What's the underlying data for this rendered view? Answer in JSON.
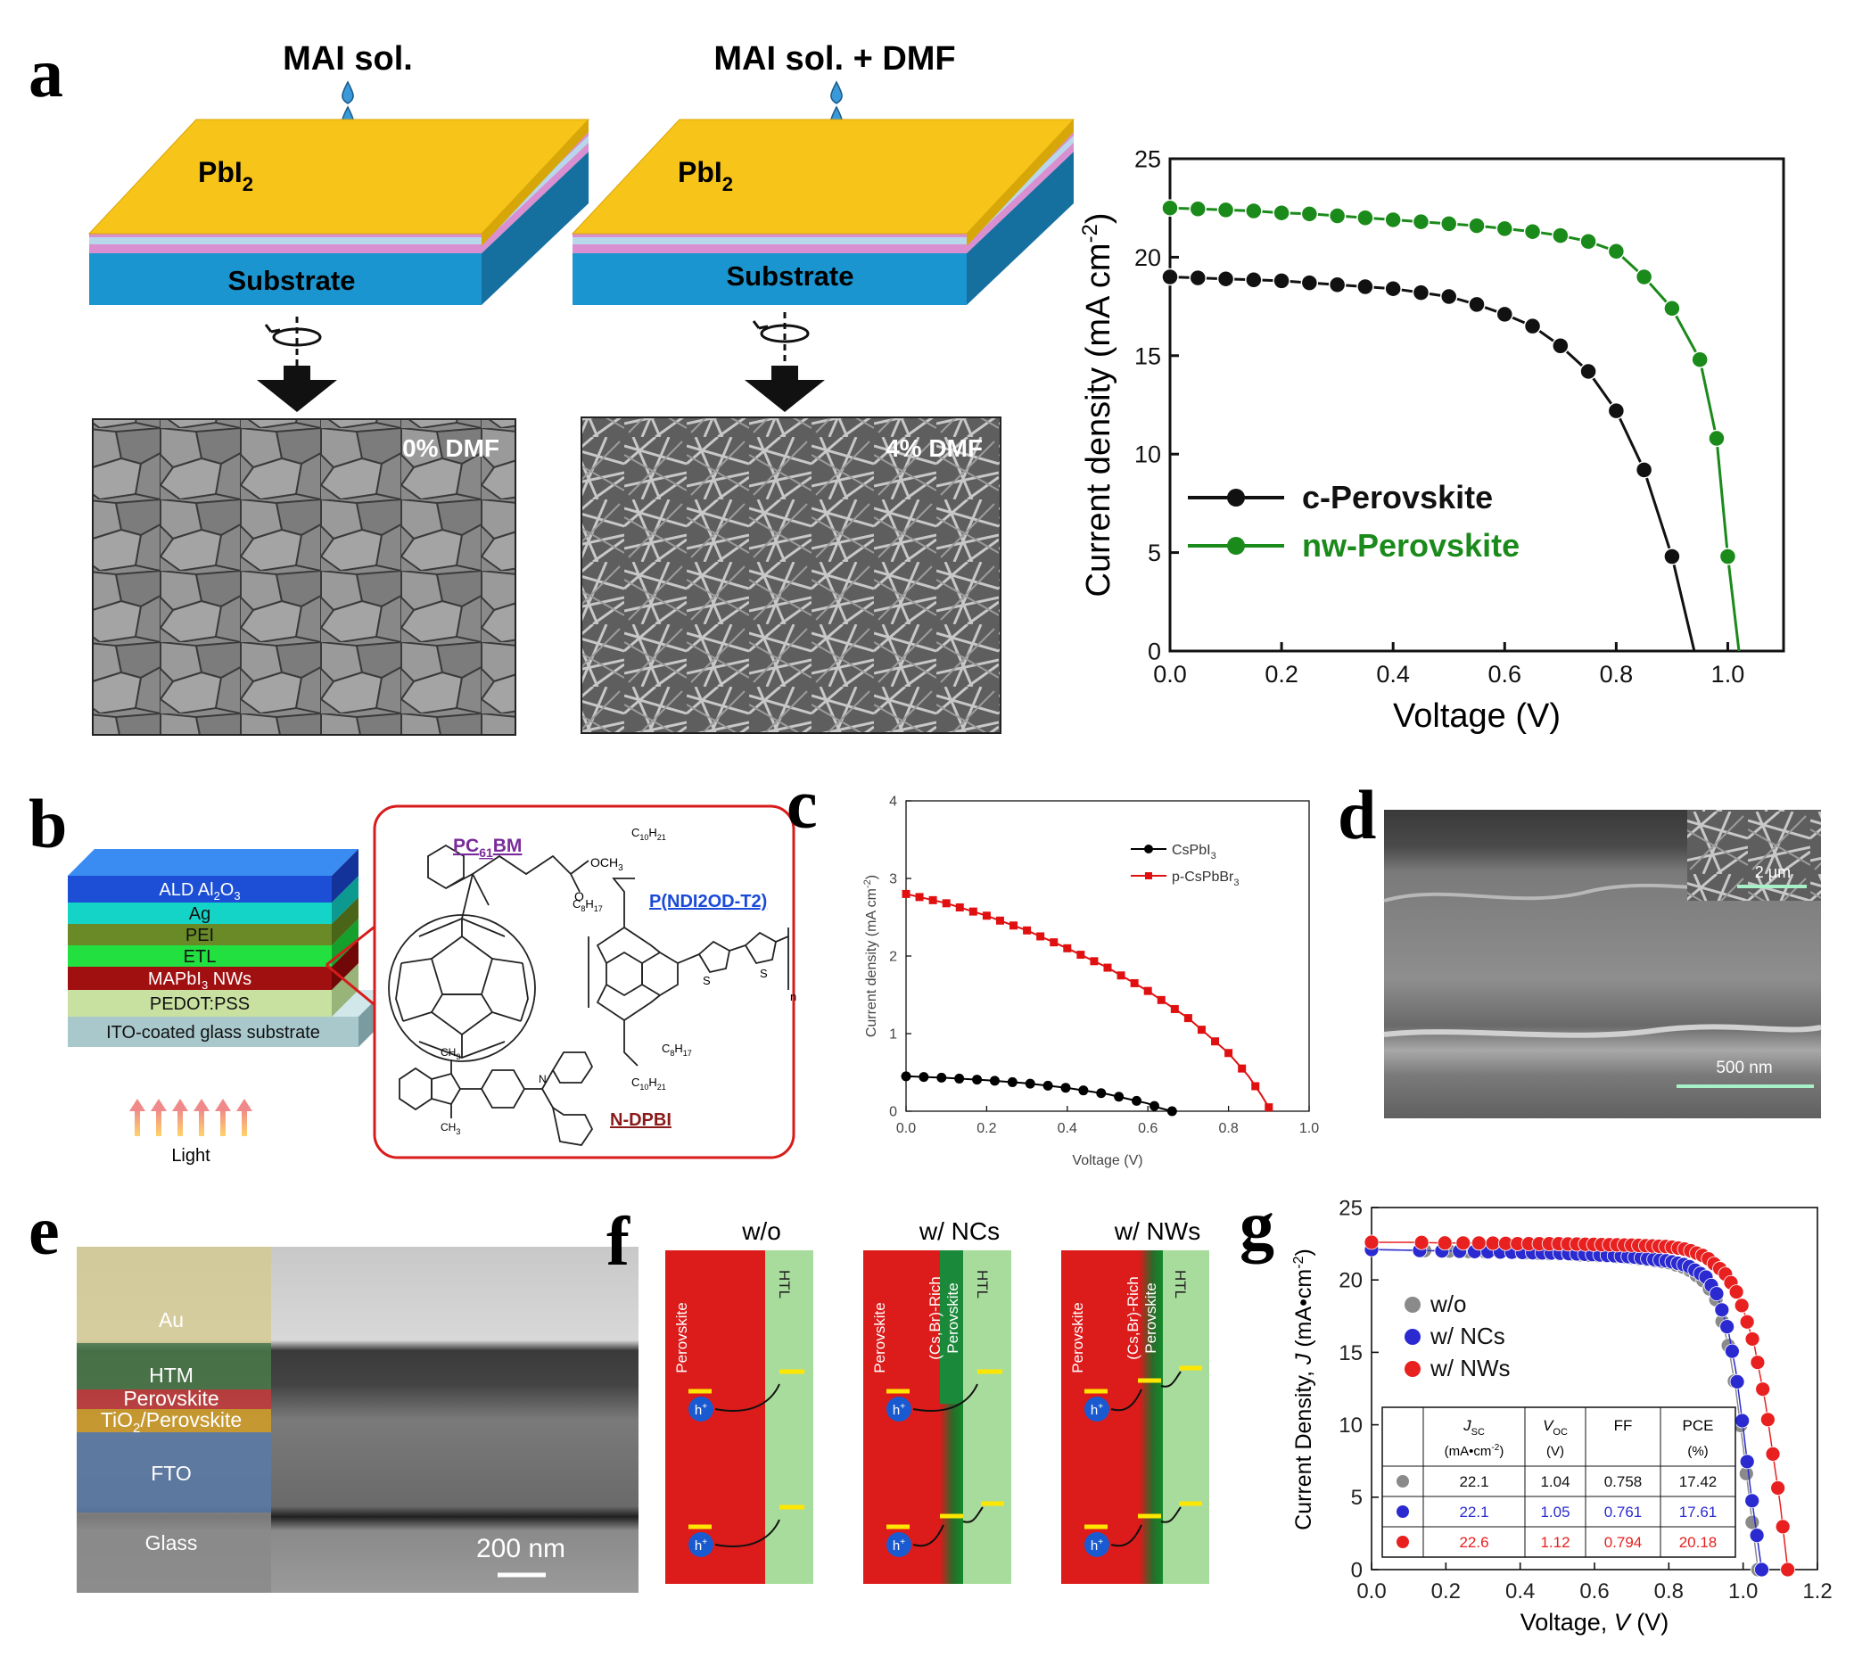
{
  "panels": {
    "a": {
      "letter": "a",
      "left_title": "MAI sol.",
      "right_title": "MAI sol. + DMF",
      "pbi2_label": "PbI",
      "pbi2_sub": "2",
      "substrate_label": "Substrate",
      "sem_left_label": "0% DMF",
      "sem_right_label": "4% DMF"
    },
    "b": {
      "letter": "b",
      "layers": [
        "ALD Al",
        "Ag",
        "PEI",
        "ETL",
        "MAPbI",
        "PEDOT:PSS",
        "ITO-coated glass substrate"
      ],
      "layer_full": {
        "al2o3_sub": "2",
        "al2o3_o": "O",
        "al2o3_sub2": "3",
        "mapbi_sub": "3",
        "mapbi_rest": " NWs"
      },
      "light_label": "Light",
      "mol_pc61bm": "PC",
      "mol_pc61bm_sub": "61",
      "mol_pc61bm_tail": "BM",
      "mol_pndi": "P(NDI2OD-T2)",
      "mol_ndpbi": "N-DPBI",
      "chem_och3": "OCH",
      "chem_och3_sub": "3",
      "chem_c10": "C",
      "chem_c10_sub": "10",
      "chem_c10_tail": "H",
      "chem_c10_tail_sub": "21",
      "chem_c8": "C",
      "chem_c8_sub": "8",
      "chem_c8_tail": "H",
      "chem_c8_tail_sub": "17",
      "chem_ch3": "CH",
      "chem_ch3_sub": "3",
      "chem_s": "S",
      "chem_n": "N",
      "chem_o": "O",
      "chem_sub_n": "n"
    },
    "d": {
      "letter": "d",
      "scale_inset": "2 μm",
      "scale_main": "500 nm"
    },
    "e": {
      "letter": "e",
      "layers": [
        "Au",
        "HTM",
        "Perovskite",
        "TiO",
        "FTO",
        "Glass"
      ],
      "tio2_sub": "2",
      "tio2_tail": "/Perovskite",
      "scale": "200 nm"
    },
    "f": {
      "letter": "f",
      "titles": [
        "w/o",
        "w/ NCs",
        "w/ NWs"
      ],
      "perovskite": "Perovskite",
      "htl": "HTL",
      "rich": "(Cs,Br)-Rich",
      "rich_perov": "Perovskite",
      "hole": "h",
      "hole_sup": "+"
    }
  },
  "chart_data": [
    {
      "id": "a",
      "type": "line",
      "xlabel": "Voltage (V)",
      "ylabel": "Current density (mA cm",
      "ylabel_sup": "-2",
      "ylabel_close": ")",
      "xlim": [
        0.0,
        1.1
      ],
      "ylim": [
        0,
        25
      ],
      "xticks": [
        "0.0",
        "0.2",
        "0.4",
        "0.6",
        "0.8",
        "1.0"
      ],
      "yticks": [
        "0",
        "5",
        "10",
        "15",
        "20",
        "25"
      ],
      "legend_position": "bottom-left",
      "series": [
        {
          "name": "c-Perovskite",
          "color": "#111111",
          "x": [
            0.0,
            0.05,
            0.1,
            0.15,
            0.2,
            0.25,
            0.3,
            0.35,
            0.4,
            0.45,
            0.5,
            0.55,
            0.6,
            0.65,
            0.7,
            0.75,
            0.8,
            0.85,
            0.9,
            0.94
          ],
          "y": [
            19.0,
            18.95,
            18.9,
            18.85,
            18.8,
            18.7,
            18.6,
            18.5,
            18.4,
            18.2,
            18.0,
            17.6,
            17.1,
            16.5,
            15.5,
            14.2,
            12.2,
            9.2,
            4.8,
            0.0
          ],
          "markers": 19
        },
        {
          "name": "nw-Perovskite",
          "color": "#1a8a1a",
          "x": [
            0.0,
            0.05,
            0.1,
            0.15,
            0.2,
            0.25,
            0.3,
            0.35,
            0.4,
            0.45,
            0.5,
            0.55,
            0.6,
            0.65,
            0.7,
            0.75,
            0.8,
            0.85,
            0.9,
            0.95,
            0.98,
            1.0,
            1.02
          ],
          "y": [
            22.5,
            22.45,
            22.4,
            22.35,
            22.25,
            22.2,
            22.1,
            22.0,
            21.9,
            21.8,
            21.7,
            21.6,
            21.45,
            21.3,
            21.1,
            20.8,
            20.3,
            19.0,
            17.4,
            14.8,
            10.8,
            4.8,
            0.0
          ],
          "markers": 22
        }
      ]
    },
    {
      "id": "c",
      "type": "line",
      "xlabel": "Voltage (V)",
      "ylabel": "Current density (mA cm",
      "ylabel_sup": "-2",
      "ylabel_close": ")",
      "xlim": [
        0.0,
        1.0
      ],
      "ylim": [
        0,
        4
      ],
      "xticks": [
        "0.0",
        "0.2",
        "0.4",
        "0.6",
        "0.8",
        "1.0"
      ],
      "yticks": [
        "0",
        "1",
        "2",
        "3",
        "4"
      ],
      "legend_position": "top-right",
      "series": [
        {
          "name": "CsPbI",
          "name_sub": "3",
          "color": "#000000",
          "x": [
            0.0,
            0.1,
            0.2,
            0.3,
            0.4,
            0.5,
            0.55,
            0.6,
            0.63,
            0.66
          ],
          "y": [
            0.45,
            0.43,
            0.4,
            0.36,
            0.3,
            0.22,
            0.16,
            0.1,
            0.04,
            0.0
          ]
        },
        {
          "name": "p-CsPbBr",
          "name_sub": "3",
          "color": "#e01010",
          "x": [
            0.0,
            0.1,
            0.2,
            0.3,
            0.4,
            0.5,
            0.6,
            0.7,
            0.8,
            0.85,
            0.88,
            0.9
          ],
          "y": [
            2.8,
            2.68,
            2.52,
            2.33,
            2.1,
            1.85,
            1.55,
            1.2,
            0.75,
            0.45,
            0.22,
            0.05
          ]
        }
      ]
    },
    {
      "id": "g",
      "type": "line",
      "xlabel": "Voltage, ",
      "xlabel_var": "V",
      "xlabel_tail": " (V)",
      "ylabel": "Current Density, ",
      "ylabel_var": "J",
      "ylabel_tail": " (mA•cm",
      "ylabel_sup": "-2",
      "ylabel_close": ")",
      "xlim": [
        0.0,
        1.2
      ],
      "ylim": [
        0,
        25
      ],
      "xticks": [
        "0.0",
        "0.2",
        "0.4",
        "0.6",
        "0.8",
        "1.0",
        "1.2"
      ],
      "yticks": [
        "0",
        "5",
        "10",
        "15",
        "20",
        "25"
      ],
      "legend_position": "top-left",
      "series": [
        {
          "name": "w/o",
          "color": "#8a8a8a",
          "x": [
            0.0,
            0.1,
            0.2,
            0.3,
            0.4,
            0.5,
            0.6,
            0.7,
            0.8,
            0.85,
            0.9,
            0.93,
            0.96,
            0.98,
            1.0,
            1.02,
            1.04
          ],
          "y": [
            22.1,
            22.05,
            22.0,
            21.95,
            21.9,
            21.8,
            21.7,
            21.55,
            21.2,
            20.8,
            19.8,
            18.5,
            15.5,
            12.5,
            8.5,
            4.2,
            0.0
          ]
        },
        {
          "name": "w/ NCs",
          "color": "#2a2ad0",
          "x": [
            0.0,
            0.1,
            0.2,
            0.3,
            0.4,
            0.5,
            0.6,
            0.7,
            0.8,
            0.85,
            0.9,
            0.93,
            0.96,
            0.98,
            1.0,
            1.02,
            1.05
          ],
          "y": [
            22.1,
            22.05,
            22.0,
            21.95,
            21.9,
            21.85,
            21.75,
            21.6,
            21.3,
            21.0,
            20.2,
            19.0,
            16.5,
            13.8,
            9.8,
            5.5,
            0.0
          ]
        },
        {
          "name": "w/ NWs",
          "color": "#e82020",
          "x": [
            0.0,
            0.1,
            0.2,
            0.3,
            0.4,
            0.5,
            0.6,
            0.7,
            0.8,
            0.85,
            0.9,
            0.95,
            0.98,
            1.0,
            1.03,
            1.06,
            1.08,
            1.1,
            1.12
          ],
          "y": [
            22.6,
            22.6,
            22.55,
            22.55,
            22.5,
            22.5,
            22.45,
            22.4,
            22.3,
            22.1,
            21.6,
            20.5,
            19.3,
            18.0,
            15.5,
            11.5,
            8.0,
            4.5,
            0.0
          ]
        }
      ],
      "table": {
        "headers": [
          "J",
          "V",
          "FF",
          "PCE"
        ],
        "header_subs": [
          "SC",
          "OC",
          "",
          ""
        ],
        "units": [
          "(mA•cm",
          "(V)",
          "",
          "(%)"
        ],
        "unit_sup": "-2",
        "unit_close": ")",
        "rows": [
          {
            "color": "#8a8a8a",
            "text_color": "#111111",
            "values": [
              "22.1",
              "1.04",
              "0.758",
              "17.42"
            ]
          },
          {
            "color": "#2a2ad0",
            "text_color": "#2a2ad0",
            "values": [
              "22.1",
              "1.05",
              "0.761",
              "17.61"
            ]
          },
          {
            "color": "#e82020",
            "text_color": "#e82020",
            "values": [
              "22.6",
              "1.12",
              "0.794",
              "20.18"
            ]
          }
        ]
      }
    }
  ]
}
